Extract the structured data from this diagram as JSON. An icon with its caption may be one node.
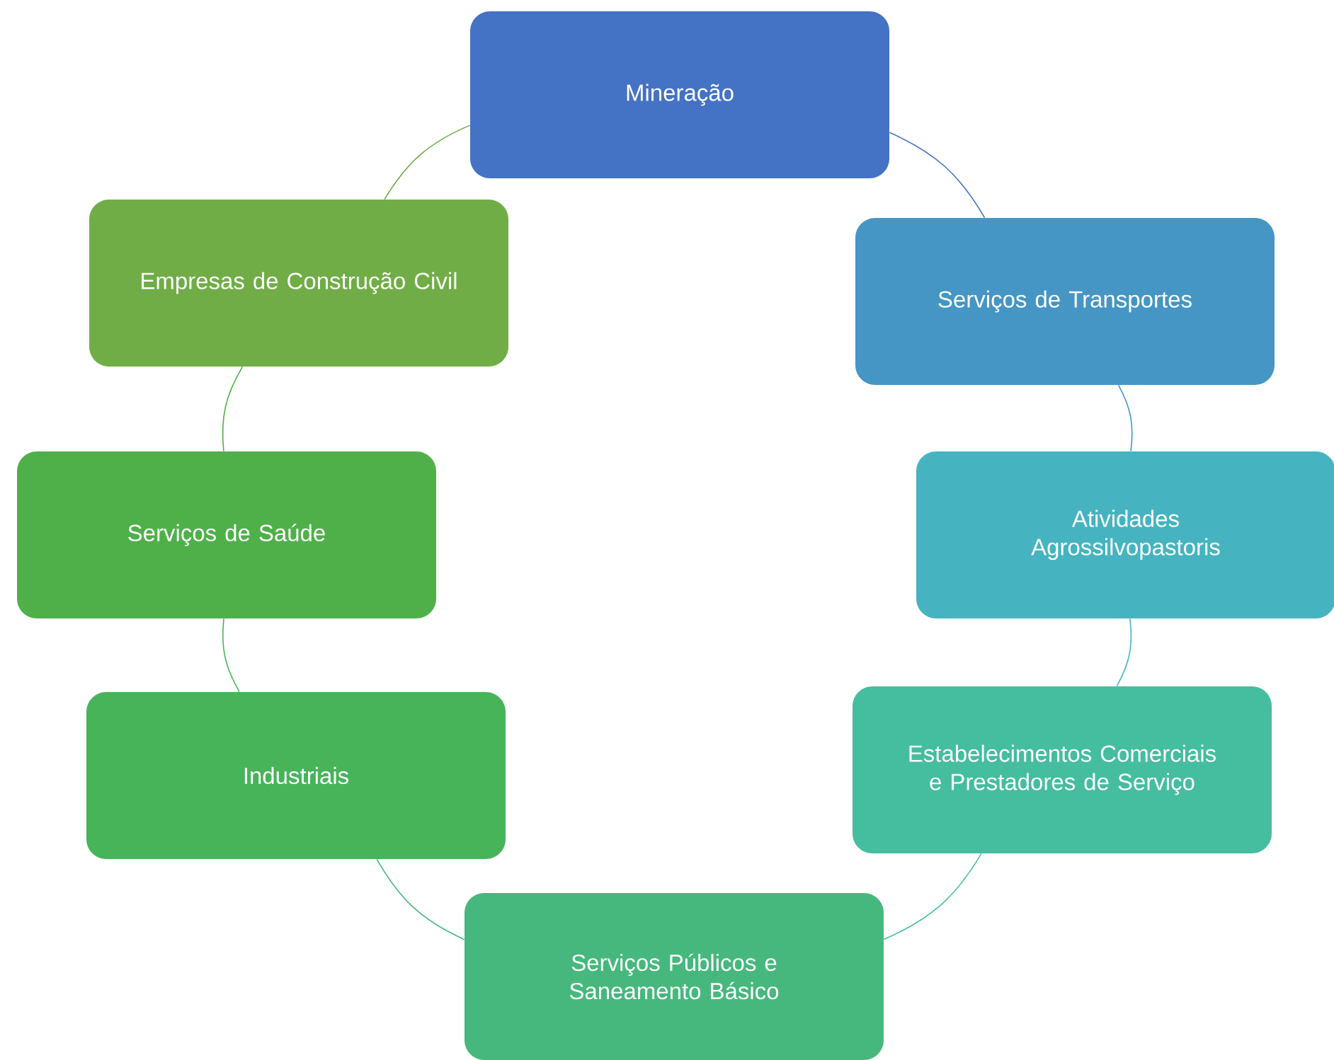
{
  "diagram": {
    "nodes": [
      {
        "text": [
          "Mineração"
        ]
      },
      {
        "text": [
          "Serviços de Transportes"
        ]
      },
      {
        "text": [
          "Atividades Agrossilvopastoris"
        ]
      },
      {
        "text": [
          "Estabelecimentos Comerciais e Prestadores de Serviço"
        ]
      },
      {
        "text": [
          "Serviços Públicos e Saneamento Básico"
        ]
      },
      {
        "text": [
          "Industriais"
        ]
      },
      {
        "text": [
          "Serviços de Saúde"
        ]
      },
      {
        "text": [
          "Empresas de Construção Civil"
        ]
      }
    ],
    "edges": [
      {
        "from": 0,
        "to": 1,
        "arrow": "none",
        "color": "#4472c4"
      },
      {
        "from": 1,
        "to": 2,
        "arrow": "none",
        "color": "#4596c4"
      },
      {
        "from": 2,
        "to": 3,
        "arrow": "none",
        "color": "#45b4c0"
      },
      {
        "from": 3,
        "to": 4,
        "arrow": "none",
        "color": "#45bd9f"
      },
      {
        "from": 4,
        "to": 5,
        "arrow": "none",
        "color": "#47b87d"
      },
      {
        "from": 5,
        "to": 6,
        "arrow": "none",
        "color": "#47b45a"
      },
      {
        "from": 6,
        "to": 7,
        "arrow": "none",
        "color": "#4fb04a"
      },
      {
        "from": 7,
        "to": 0,
        "arrow": "none",
        "color": "#70ad47"
      }
    ]
  }
}
